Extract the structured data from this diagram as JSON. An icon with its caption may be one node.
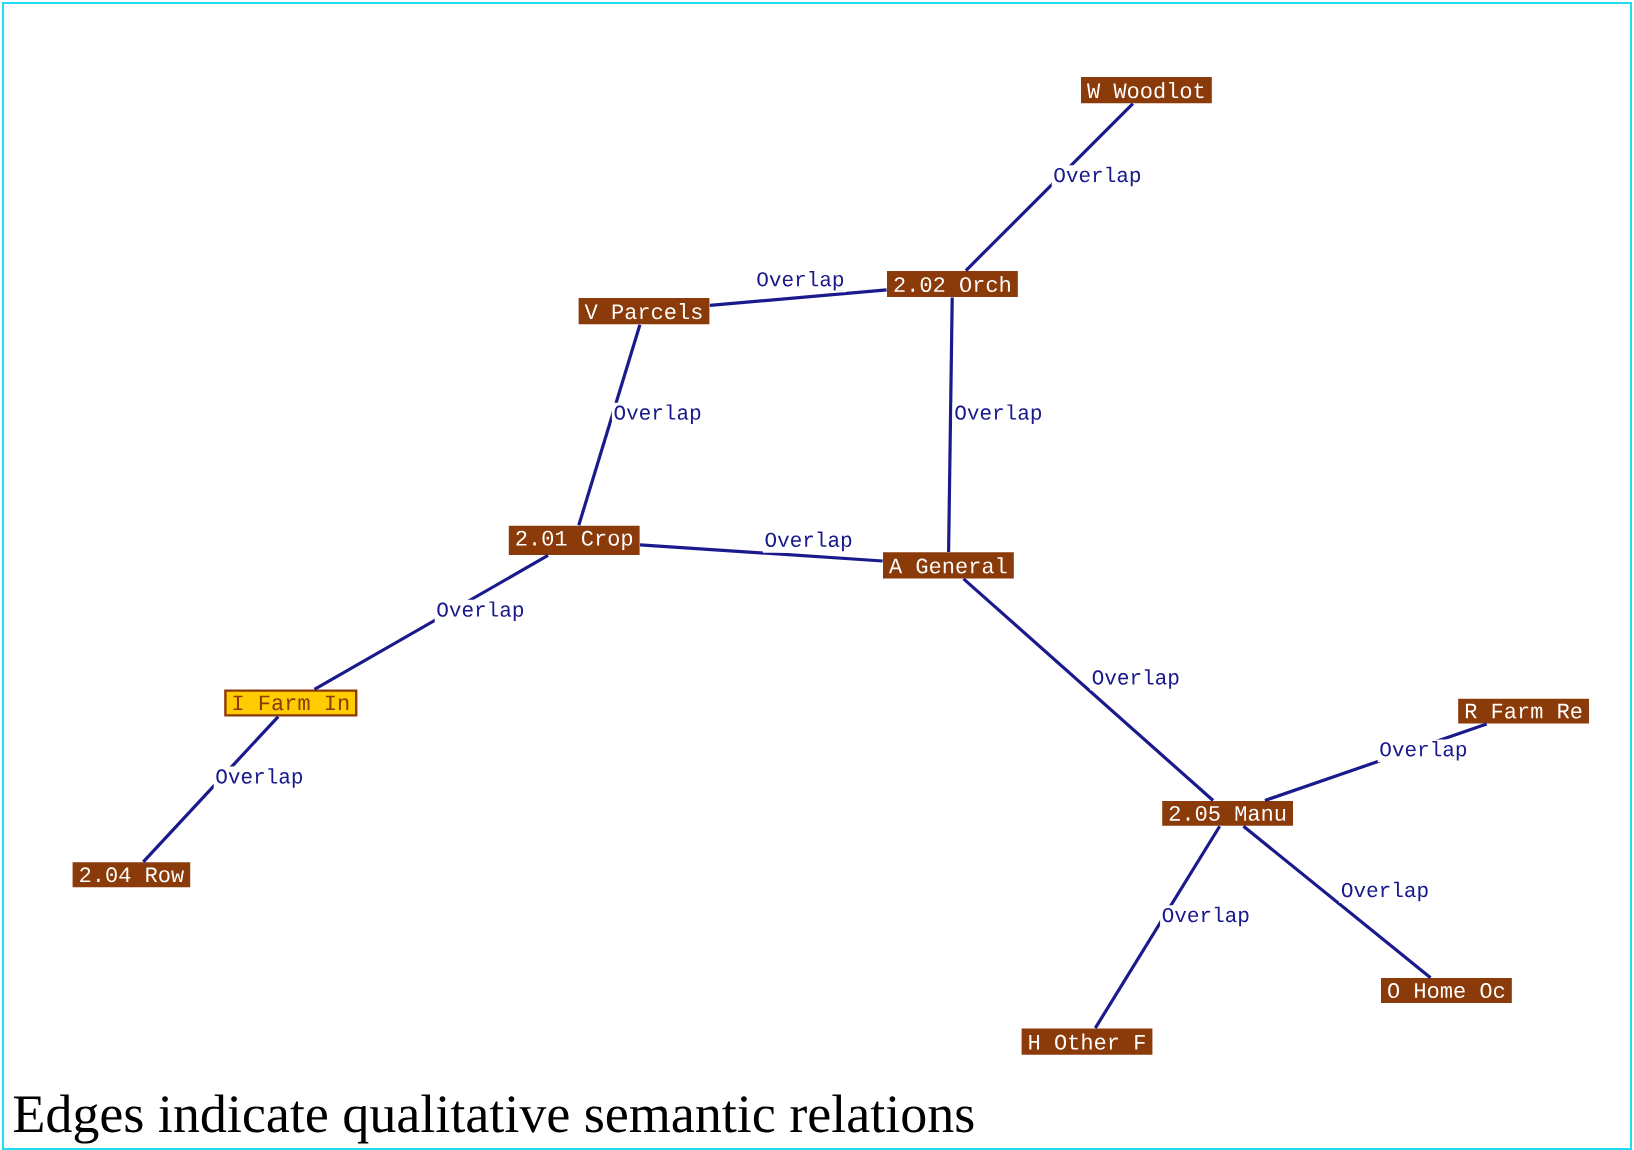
{
  "diagram": {
    "caption": "Edges indicate qualitative semantic relations",
    "nodes": [
      {
        "text": [
          "W Woodlot"
        ]
      },
      {
        "text": [
          "V Parcels"
        ]
      },
      {
        "text": [
          "2.02 Orch"
        ]
      },
      {
        "text": [
          "2.01 Crop"
        ]
      },
      {
        "text": [
          "A General"
        ]
      },
      {
        "text": [
          "I Farm In"
        ]
      },
      {
        "text": [
          "R Farm Re"
        ]
      },
      {
        "text": [
          "2.05 Manu"
        ]
      },
      {
        "text": [
          "2.04 Row"
        ]
      },
      {
        "text": [
          "O Home Oc"
        ]
      },
      {
        "text": [
          "H Other F"
        ]
      }
    ],
    "edges": [
      {
        "from": 0,
        "to": 2,
        "arrow": "none",
        "label": "Overlap"
      },
      {
        "from": 1,
        "to": 2,
        "arrow": "none",
        "label": "Overlap"
      },
      {
        "from": 1,
        "to": 3,
        "arrow": "none",
        "label": "Overlap"
      },
      {
        "from": 2,
        "to": 4,
        "arrow": "none",
        "label": "Overlap"
      },
      {
        "from": 3,
        "to": 4,
        "arrow": "none",
        "label": "Overlap"
      },
      {
        "from": 3,
        "to": 5,
        "arrow": "none",
        "label": "Overlap"
      },
      {
        "from": 5,
        "to": 8,
        "arrow": "none",
        "label": "Overlap"
      },
      {
        "from": 4,
        "to": 7,
        "arrow": "none",
        "label": "Overlap"
      },
      {
        "from": 7,
        "to": 6,
        "arrow": "none",
        "label": "Overlap"
      },
      {
        "from": 7,
        "to": 9,
        "arrow": "none",
        "label": "Overlap"
      },
      {
        "from": 7,
        "to": 10,
        "arrow": "none",
        "label": "Overlap"
      }
    ]
  }
}
